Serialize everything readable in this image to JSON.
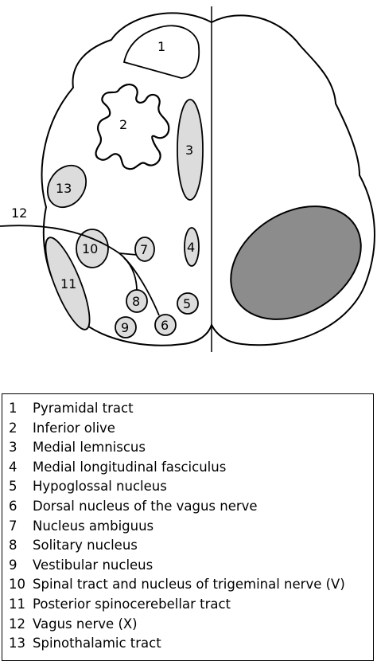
{
  "diagram": {
    "labels": {
      "n1": "1",
      "n2": "2",
      "n3": "3",
      "n4": "4",
      "n5": "5",
      "n6": "6",
      "n7": "7",
      "n8": "8",
      "n9": "9",
      "n10": "10",
      "n11": "11",
      "n12": "12",
      "n13": "13"
    },
    "colors": {
      "outline": "#000000",
      "structure_fill": "#dcdcdc",
      "lesion_fill": "#8c8c8c",
      "background": "#ffffff"
    }
  },
  "legend": {
    "items": [
      {
        "num": "1",
        "label": "Pyramidal tract"
      },
      {
        "num": "2",
        "label": "Inferior olive"
      },
      {
        "num": "3",
        "label": "Medial lemniscus"
      },
      {
        "num": "4",
        "label": "Medial longitudinal fasciculus"
      },
      {
        "num": "5",
        "label": "Hypoglossal nucleus"
      },
      {
        "num": "6",
        "label": "Dorsal nucleus of the vagus nerve"
      },
      {
        "num": "7",
        "label": "Nucleus ambiguus"
      },
      {
        "num": "8",
        "label": "Solitary nucleus"
      },
      {
        "num": "9",
        "label": "Vestibular nucleus"
      },
      {
        "num": "10",
        "label": "Spinal tract and nucleus of trigeminal nerve (V)"
      },
      {
        "num": "11",
        "label": "Posterior spinocerebellar tract"
      },
      {
        "num": "12",
        "label": "Vagus nerve (X)"
      },
      {
        "num": "13",
        "label": "Spinothalamic tract"
      }
    ]
  }
}
